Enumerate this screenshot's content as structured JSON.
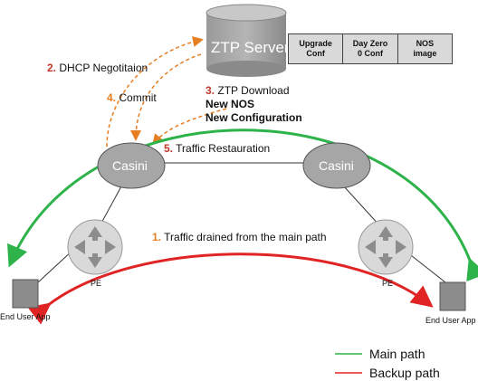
{
  "server": {
    "label": "ZTP Server",
    "table": [
      {
        "line1": "Upgrade",
        "line2": "Conf"
      },
      {
        "line1": "Day Zero",
        "line2": "0 Conf"
      },
      {
        "line1": "NOS",
        "line2": "image"
      }
    ]
  },
  "steps": {
    "s1": {
      "num": "1.",
      "text": "Traffic drained from the main path"
    },
    "s2": {
      "num": "2.",
      "text": "DHCP Negotitaion"
    },
    "s3": {
      "num": "3.",
      "text": "ZTP Download"
    },
    "s3_line2": "New NOS",
    "s3_line3": "New Configuration",
    "s4": {
      "num": "4.",
      "text": "Commit"
    },
    "s5": {
      "num": "5.",
      "text": "Traffic Restauration"
    }
  },
  "nodes": {
    "casini_left": "Casini",
    "casini_right": "Casini",
    "pe_left": "PE",
    "pe_right": "PE",
    "end_left": "End User App",
    "end_right": "End User App"
  },
  "legend": {
    "main": {
      "label": "Main path",
      "color": "#2db34a"
    },
    "backup": {
      "label": "Backup path",
      "color": "#e02424"
    }
  },
  "colors": {
    "casini": "#a6a6a6",
    "router": "#d9d9d9",
    "dashed": "#e67e22",
    "box": "#8c8c8c"
  }
}
